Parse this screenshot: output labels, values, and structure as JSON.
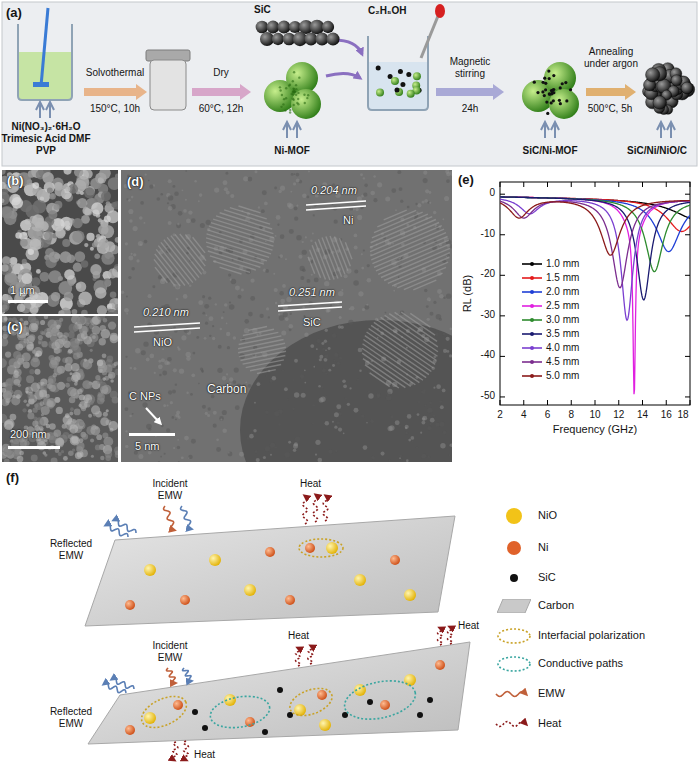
{
  "diagram": {
    "nodes": [
      {
        "text": [
          "(b)",
          "1 µm"
        ]
      },
      {
        "text": [
          "(c)",
          "200 nm"
        ]
      },
      {
        "text": [
          "(d)",
          "0.204 nm",
          "Ni",
          "0.210 nm",
          "NiO",
          "0.251 nm",
          "SiC",
          "C NPs",
          "Carbon",
          "5 nm"
        ]
      }
    ],
    "labels": [
      "(a)",
      "SiC",
      "C₂H₅OH",
      "Solvothermal",
      "150°C, 10h",
      "Dry",
      "60°C, 12h",
      "Magnetic stirring",
      "24h",
      "Annealing under argon",
      "500°C, 5h",
      "Ni(NO₃)₂·6H₂O Trimesic Acid DMF PVP",
      "Ni-MOF",
      "SiC/Ni-MOF",
      "SiC/Ni/NiO/C",
      "(e)",
      "RL (dB)",
      "0",
      "-10",
      "-20",
      "-30",
      "-40",
      "-50",
      "2",
      "4",
      "6",
      "8",
      "10",
      "12",
      "14",
      "16",
      "18",
      "Frequency (GHz)",
      "(f)",
      "Incident EMW",
      "Reflected EMW",
      "Heat",
      "Incident EMW",
      "Heat",
      "Heat",
      "Reflected EMW",
      "Heat"
    ],
    "legend": [
      {
        "text": "1.0 mm"
      },
      {
        "text": "1.5 mm"
      },
      {
        "text": "2.0 mm"
      },
      {
        "text": "2.5 mm"
      },
      {
        "text": "3.0 mm"
      },
      {
        "text": "3.5 mm"
      },
      {
        "text": "4.0 mm"
      },
      {
        "text": "4.5 mm"
      },
      {
        "text": "5.0 mm"
      },
      {
        "text": "NiO",
        "color": "#f2c318"
      },
      {
        "text": "Ni",
        "color": "#e0622a"
      },
      {
        "text": "SiC",
        "color": "#111111"
      },
      {
        "text": "Carbon",
        "color": "#c9c9c9"
      },
      {
        "text": "Interfacial polarization"
      },
      {
        "text": "Conductive paths"
      },
      {
        "text": "EMW"
      },
      {
        "text": "Heat"
      }
    ]
  }
}
